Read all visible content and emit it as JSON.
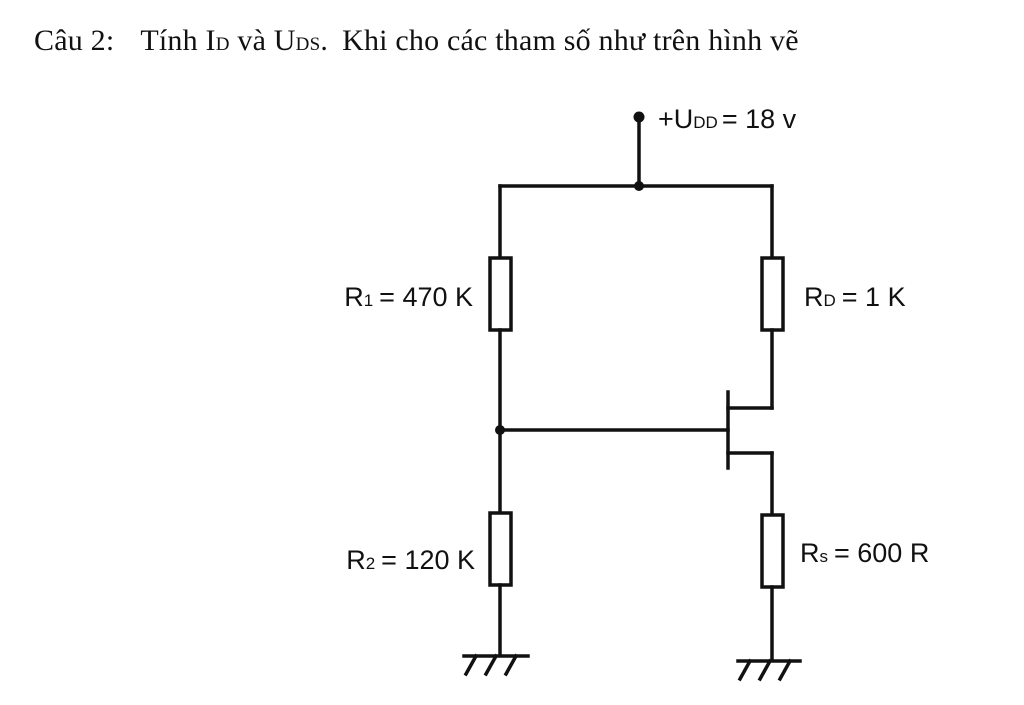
{
  "question": {
    "prefix": "Câu 2:",
    "word_tinh": "Tính",
    "i_main": "I",
    "i_sub": "D",
    "conj": "và",
    "u_main": "U",
    "u_sub": "DS",
    "period": ".",
    "rest": "Khi cho các tham số như trên hình vẽ"
  },
  "circuit": {
    "supply": {
      "prefix": "+U",
      "sub": "DD",
      "value": "= 18 v"
    },
    "r1": {
      "main": "R",
      "sub": "1",
      "value": "= 470 K"
    },
    "rd": {
      "main": "R",
      "sub": "D",
      "value": "= 1 K"
    },
    "r2": {
      "main": "R",
      "sub": "2",
      "value": "= 120 K"
    },
    "rs": {
      "main": "R",
      "sub": "s",
      "value": "= 600 R"
    }
  }
}
